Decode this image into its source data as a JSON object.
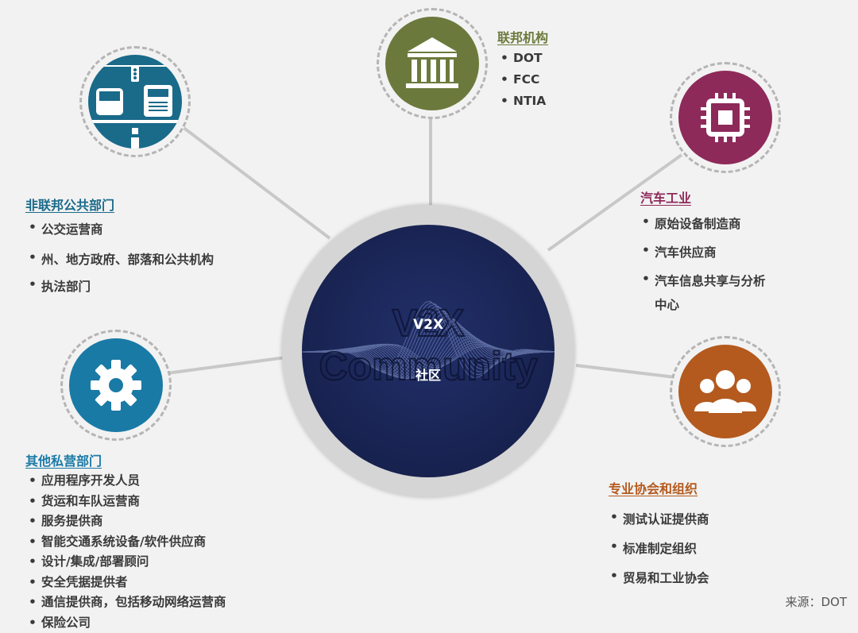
{
  "hub": {
    "title": "V2X",
    "subtitle": "社区",
    "watermark_line1": "V2X",
    "watermark_line2": "Community",
    "color": "#1a2555"
  },
  "groups": [
    {
      "id": "federal",
      "title": "联邦机构",
      "color": "#6b7a3c",
      "icon": "government-building-icon",
      "items": [
        "DOT",
        "FCC",
        "NTIA"
      ]
    },
    {
      "id": "automotive",
      "title": "汽车工业",
      "color": "#8e2a5a",
      "icon": "microchip-icon",
      "items": [
        "原始设备制造商",
        "汽车供应商",
        "汽车信息共享与分析",
        "中心"
      ]
    },
    {
      "id": "non_federal",
      "title": "非联邦公共部门",
      "color": "#1a6a8a",
      "icon": "traffic-vehicles-icon",
      "items": [
        "公交运营商",
        "州、地方政府、部落和公共机构",
        "执法部门"
      ]
    },
    {
      "id": "private",
      "title": "其他私营部门",
      "color": "#1a7aa6",
      "icon": "gear-icon",
      "items": [
        "应用程序开发人员",
        "货运和车队运营商",
        "服务提供商",
        "智能交通系统设备/软件供应商",
        "设计/集成/部署顾问",
        "安全凭据提供者",
        "通信提供商，包括移动网络运营商",
        "保险公司"
      ]
    },
    {
      "id": "associations",
      "title": "专业协会和组织",
      "color": "#b45a1e",
      "icon": "people-group-icon",
      "items": [
        "测试认证提供商",
        "标准制定组织",
        "贸易和工业协会"
      ]
    }
  ],
  "source": "来源：DOT"
}
